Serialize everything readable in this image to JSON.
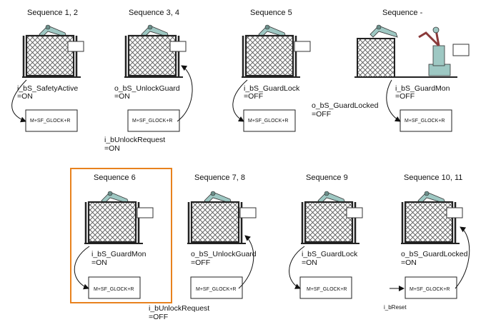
{
  "highlight_color": "#e8821e",
  "robot_color": "#9ec8c3",
  "fence_color": "#222222",
  "cells": [
    {
      "sequence": "Sequence 1, 2",
      "signal": "i_bS_SafetyActive",
      "value": "=ON",
      "box": "M+SF_GLOCK+R",
      "state": "closed",
      "arrow": "left-down",
      "robot": false
    },
    {
      "sequence": "Sequence 3, 4",
      "signal": "o_bS_UnlockGuard",
      "value": "=ON",
      "box": "M+SF_GLOCK+R",
      "state": "closed",
      "arrow": "right-up",
      "robot": false,
      "extra_signal": "i_bUnlockRequest",
      "extra_value": "=ON"
    },
    {
      "sequence": "Sequence 5",
      "signal": "i_bS_GuardLock",
      "value": "=OFF",
      "box": "M+SF_GLOCK+R",
      "state": "open",
      "arrow": "left-down",
      "robot": false,
      "extra_signal": "o_bS_GuardLocked",
      "extra_value": "=OFF"
    },
    {
      "sequence": "Sequence -",
      "signal": "i_bS_GuardMon",
      "value": "=OFF",
      "box": "M+SF_GLOCK+R",
      "state": "open-robot",
      "arrow": "left-down",
      "robot": true
    },
    {
      "sequence": "Sequence 6",
      "signal": "i_bS_GuardMon",
      "value": "=ON",
      "box": "M+SF_GLOCK+R",
      "state": "open",
      "arrow": "left-down",
      "robot": false,
      "highlighted": true
    },
    {
      "sequence": "Sequence 7, 8",
      "signal": "o_bS_UnlockGuard",
      "value": "=OFF",
      "box": "M+SF_GLOCK+R",
      "state": "open",
      "arrow": "right-up",
      "robot": false,
      "extra_signal": "i_bUnlockRequest",
      "extra_value": "=OFF"
    },
    {
      "sequence": "Sequence 9",
      "signal": "i_bS_GuardLock",
      "value": "=ON",
      "box": "M+SF_GLOCK+R",
      "state": "closed",
      "arrow": "left-down",
      "robot": false
    },
    {
      "sequence": "Sequence 10, 11",
      "signal": "o_bS_GuardLocked",
      "value": "=ON",
      "box": "M+SF_GLOCK+R",
      "state": "closed",
      "arrow": "right-up",
      "robot": false,
      "extra_signal": "i_bReset",
      "extra_value": ""
    }
  ]
}
